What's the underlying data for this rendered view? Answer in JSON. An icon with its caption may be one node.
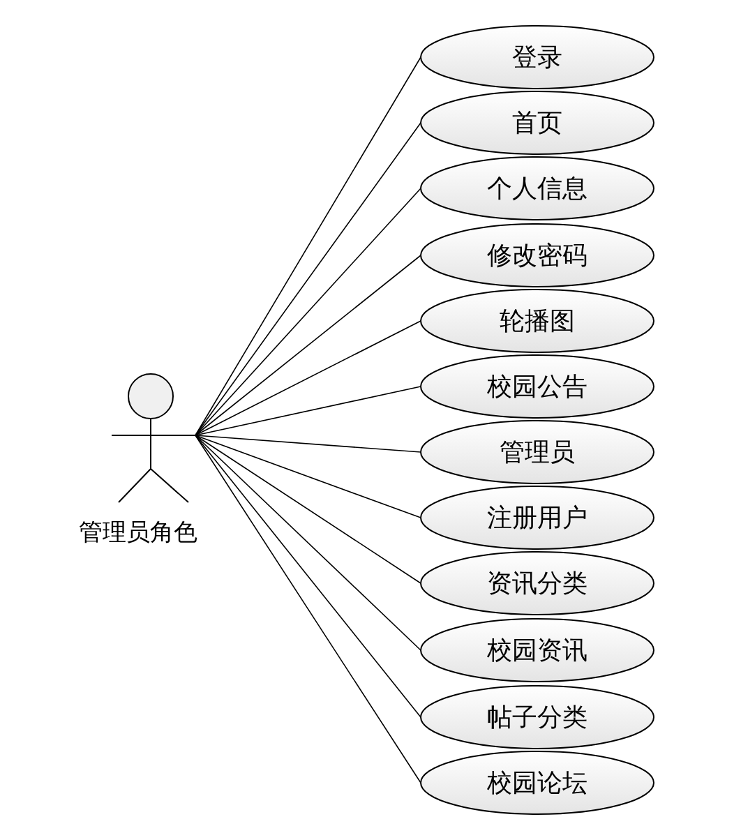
{
  "diagram": {
    "nodes": [
      {
        "text": [
          "管理员角色"
        ]
      },
      {
        "text": [
          "登录"
        ]
      },
      {
        "text": [
          "首页"
        ]
      },
      {
        "text": [
          "个人信息"
        ]
      },
      {
        "text": [
          "修改密码"
        ]
      },
      {
        "text": [
          "轮播图"
        ]
      },
      {
        "text": [
          "校园公告"
        ]
      },
      {
        "text": [
          "管理员"
        ]
      },
      {
        "text": [
          "注册用户"
        ]
      },
      {
        "text": [
          "资讯分类"
        ]
      },
      {
        "text": [
          "校园资讯"
        ]
      },
      {
        "text": [
          "帖子分类"
        ]
      },
      {
        "text": [
          "校园论坛"
        ]
      }
    ],
    "edges": [
      {
        "from": 0,
        "to": 1,
        "arrow": "none"
      },
      {
        "from": 0,
        "to": 2,
        "arrow": "none"
      },
      {
        "from": 0,
        "to": 3,
        "arrow": "none"
      },
      {
        "from": 0,
        "to": 4,
        "arrow": "none"
      },
      {
        "from": 0,
        "to": 5,
        "arrow": "none"
      },
      {
        "from": 0,
        "to": 6,
        "arrow": "none"
      },
      {
        "from": 0,
        "to": 7,
        "arrow": "none"
      },
      {
        "from": 0,
        "to": 8,
        "arrow": "none"
      },
      {
        "from": 0,
        "to": 9,
        "arrow": "none"
      },
      {
        "from": 0,
        "to": 10,
        "arrow": "none"
      },
      {
        "from": 0,
        "to": 11,
        "arrow": "none"
      },
      {
        "from": 0,
        "to": 12,
        "arrow": "none"
      }
    ]
  }
}
